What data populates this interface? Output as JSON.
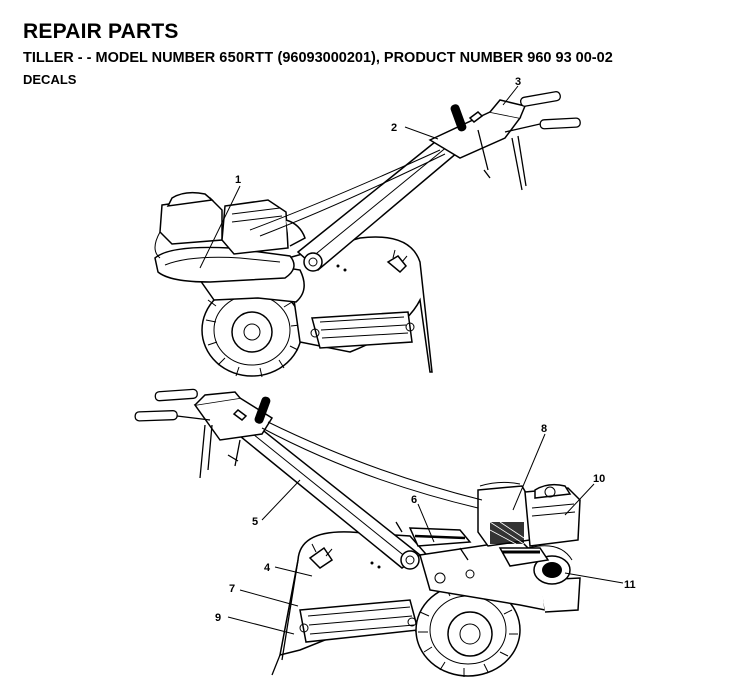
{
  "header": {
    "title": "REPAIR PARTS",
    "subtitle_prefix": "TILLER - - MODEL NUMBER ",
    "model_number": "650RTT",
    "subtitle_suffix": " (96093000201), PRODUCT NUMBER 960 93 00-02",
    "section": "DECALS"
  },
  "callouts": [
    "1",
    "2",
    "3",
    "4",
    "5",
    "6",
    "7",
    "8",
    "9",
    "10",
    "11"
  ]
}
